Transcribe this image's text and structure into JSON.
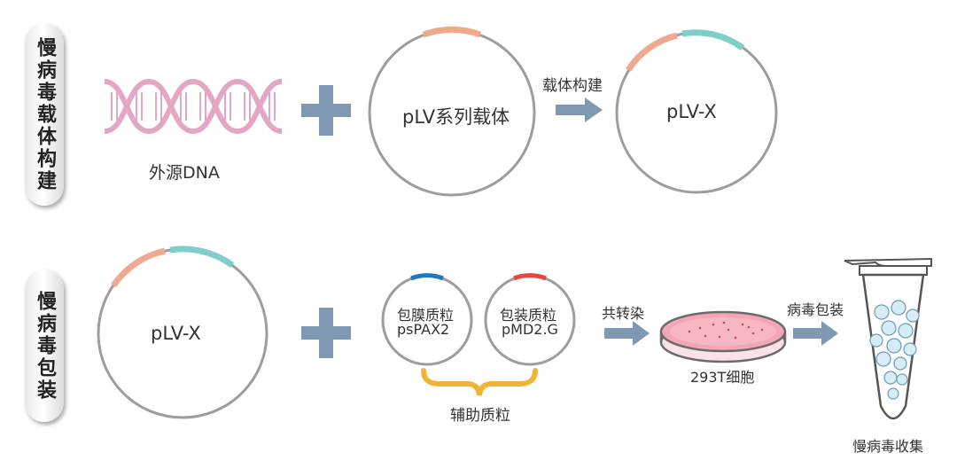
{
  "rows": {
    "construction": {
      "side_label": "慢病毒载体构建",
      "dna_label": "外源DNA",
      "vector_label": "pLV系列载体",
      "arrow_label": "载体构建",
      "result_label": "pLV-X"
    },
    "packaging": {
      "side_label": "慢病毒包装",
      "vector_label": "pLV-X",
      "helper1_line1": "包膜质粒",
      "helper1_line2": "psPAX2",
      "helper2_line1": "包装质粒",
      "helper2_line2": "pMD2.G",
      "helper_group_label": "辅助质粒",
      "transfect_label": "共转染",
      "cell_label": "293T细胞",
      "package_label": "病毒包装",
      "collect_label": "慢病毒收集"
    }
  },
  "colors": {
    "dna": "#e5a5c5",
    "plus": "#7f98b4",
    "arrow": "#7f98b4",
    "circle": "#9d9d9d",
    "insert_pink": "#efa98f",
    "insert_teal": "#7fcfc8",
    "psPAX2_mark": "#1f78c3",
    "pMD2G_mark": "#e8473c",
    "brace": "#f2b233",
    "dish_medium": "#f4a6b7"
  },
  "icons": [
    "dna-helix-icon",
    "plus-icon",
    "arrow-icon",
    "petri-dish-icon",
    "centrifuge-tube-icon"
  ]
}
